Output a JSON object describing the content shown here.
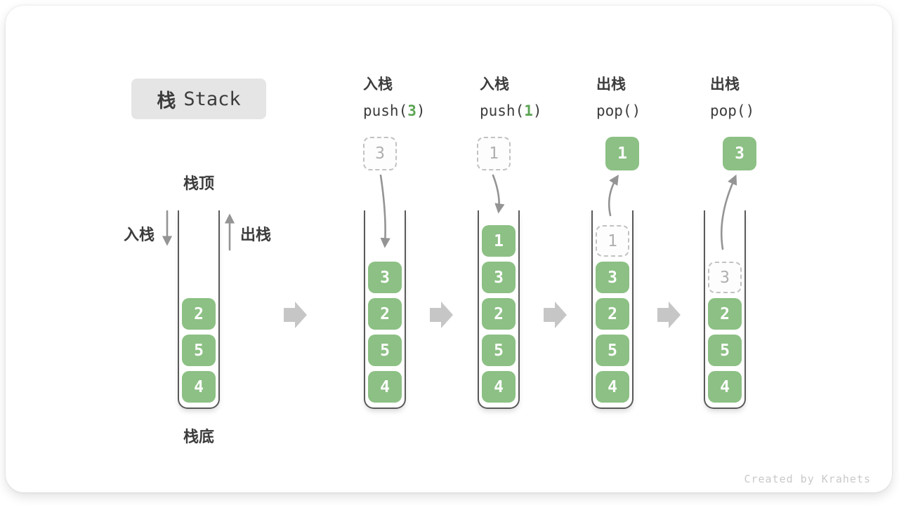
{
  "title": {
    "zh": "栈",
    "en": "Stack"
  },
  "labels": {
    "stack_top": "栈顶",
    "stack_bottom": "栈底",
    "push": "入栈",
    "pop": "出栈"
  },
  "steps": [
    {
      "op": "入栈",
      "code_pre": "push(",
      "arg": "3",
      "code_post": ")"
    },
    {
      "op": "入栈",
      "code_pre": "push(",
      "arg": "1",
      "code_post": ")"
    },
    {
      "op": "出栈",
      "code_pre": "pop(",
      "arg": "",
      "code_post": ")"
    },
    {
      "op": "出栈",
      "code_pre": "pop(",
      "arg": "",
      "code_post": ")"
    }
  ],
  "floating": [
    {
      "value": "3",
      "style": "ghost"
    },
    {
      "value": "1",
      "style": "ghost"
    },
    {
      "value": "1",
      "style": "solid"
    },
    {
      "value": "3",
      "style": "solid"
    }
  ],
  "stacks": [
    {
      "items": [
        {
          "value": "2"
        },
        {
          "value": "5"
        },
        {
          "value": "4"
        }
      ]
    },
    {
      "items": [
        {
          "value": "3"
        },
        {
          "value": "2"
        },
        {
          "value": "5"
        },
        {
          "value": "4"
        }
      ]
    },
    {
      "items": [
        {
          "value": "1"
        },
        {
          "value": "3"
        },
        {
          "value": "2"
        },
        {
          "value": "5"
        },
        {
          "value": "4"
        }
      ]
    },
    {
      "items": [
        {
          "value": "1",
          "ghost": true
        },
        {
          "value": "3"
        },
        {
          "value": "2"
        },
        {
          "value": "5"
        },
        {
          "value": "4"
        }
      ]
    },
    {
      "items": [
        {
          "value": "3",
          "ghost": true
        },
        {
          "value": "2"
        },
        {
          "value": "5"
        },
        {
          "value": "4"
        }
      ]
    }
  ],
  "watermark": "Created by Krahets",
  "colors": {
    "green": "#8CC084",
    "green_dark": "#5BA453",
    "ink": "#3C3C3C",
    "badge_bg": "#E5E5E5",
    "ghost_border": "#C2C2C2",
    "ghost_text": "#AFAFAF",
    "arrow": "#949494",
    "block_arrow": "#C6C6C6",
    "wall": "#5A5A5A",
    "watermark": "#C9C9C9"
  }
}
